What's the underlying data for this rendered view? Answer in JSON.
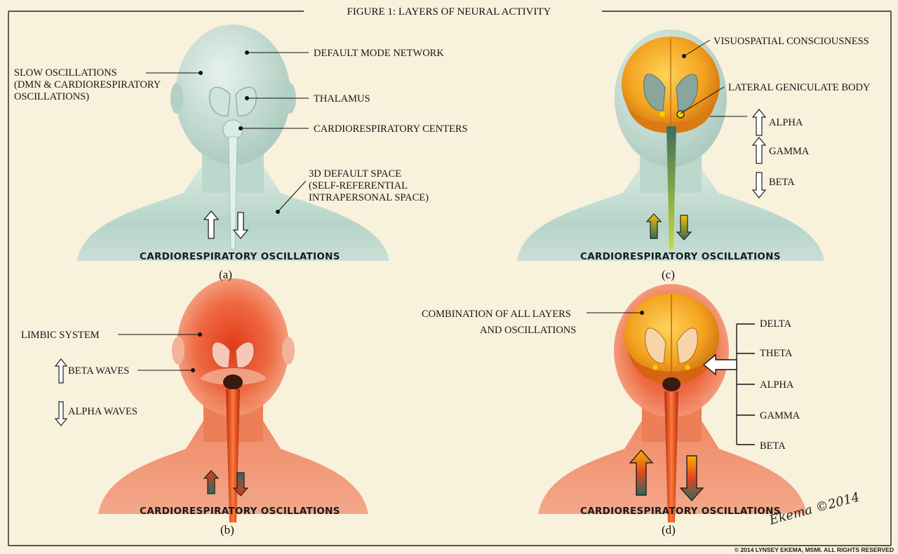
{
  "title": "FIGURE 1: LAYERS OF NEURAL ACTIVITY",
  "colors": {
    "background": "#f8f1dc",
    "head_base": "#c4dcd2",
    "red_activity": "#e2451e",
    "orange_brain": "#f0a020",
    "frame_line": "#222222"
  },
  "panels": {
    "a": {
      "letter": "(a)",
      "footer": "CARDIORESPIRATORY OSCILLATIONS",
      "labels": {
        "dmn": "DEFAULT MODE NETWORK",
        "slow1": "SLOW OSCILLATIONS",
        "slow2": "(DMN & CARDIORESPIRATORY",
        "slow3": "OSCILLATIONS)",
        "thalamus": "THALAMUS",
        "centers": "CARDIORESPIRATORY CENTERS",
        "space1": "3D DEFAULT SPACE",
        "space2": "(SELF-REFERENTIAL",
        "space3": "INTRAPERSONAL SPACE)"
      }
    },
    "b": {
      "letter": "(b)",
      "footer": "CARDIORESPIRATORY OSCILLATIONS",
      "labels": {
        "limbic": "LIMBIC SYSTEM",
        "beta": "BETA WAVES",
        "alpha": "ALPHA WAVES"
      }
    },
    "c": {
      "letter": "(c)",
      "footer": "CARDIORESPIRATORY OSCILLATIONS",
      "labels": {
        "visuo": "VISUOSPATIAL CONSCIOUSNESS",
        "lgb": "LATERAL GENICULATE BODY",
        "alpha": "ALPHA",
        "gamma": "GAMMA",
        "beta": "BETA"
      }
    },
    "d": {
      "letter": "(d)",
      "footer": "CARDIORESPIRATORY OSCILLATIONS",
      "labels": {
        "combo1": "COMBINATION OF ALL LAYERS",
        "combo2": "AND OSCILLATIONS",
        "delta": "DELTA",
        "theta": "THETA",
        "alpha": "ALPHA",
        "gamma": "GAMMA",
        "beta": "BETA"
      }
    }
  },
  "signature": "Ekema ©2014",
  "copyright": "© 2014 LYNSEY EKEMA, MSMI. ALL RIGHTS RESERVED"
}
